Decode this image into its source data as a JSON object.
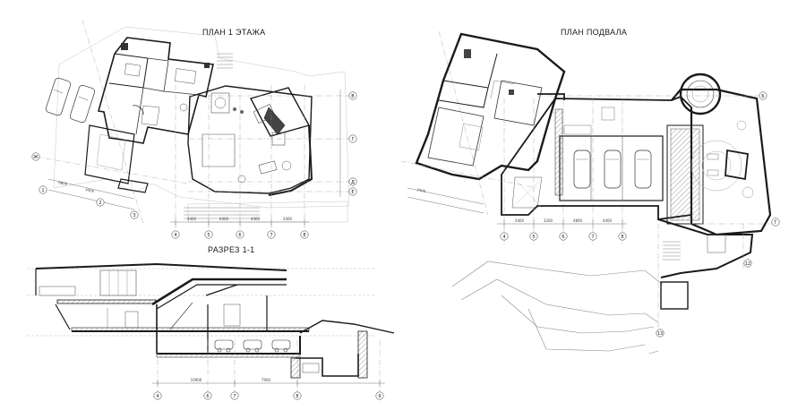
{
  "titles": {
    "plan_first_floor": "ПЛАН 1 ЭТАЖА",
    "plan_basement": "ПЛАН ПОДВАЛА",
    "section": "РАЗРЕЗ 1-1"
  },
  "grid_axes": {
    "plan1_bottom": [
      "4",
      "5",
      "6",
      "7",
      "8"
    ],
    "plan1_right": [
      "В",
      "Г",
      "Д",
      "Е"
    ],
    "plan1_left": [
      "Ж",
      "1",
      "2",
      "3"
    ],
    "basement_bottom": [
      "4",
      "5",
      "6",
      "7",
      "8"
    ],
    "basement_right": [
      "Б",
      "Г",
      "12",
      "13"
    ],
    "section_bottom": [
      "4",
      "6",
      "7",
      "8",
      "9"
    ]
  },
  "dimensions": {
    "plan1": [
      "3400",
      "6400",
      "4400",
      "3400",
      "6600",
      "4400"
    ],
    "basement": [
      "3400",
      "3200",
      "4800",
      "4400",
      "3400"
    ],
    "section": [
      "10900",
      "7900"
    ]
  },
  "colors": {
    "ink": "#1f1f1f",
    "wall": "#3a3a3a",
    "fine": "#9a9a9a",
    "hatch": "#555555"
  }
}
